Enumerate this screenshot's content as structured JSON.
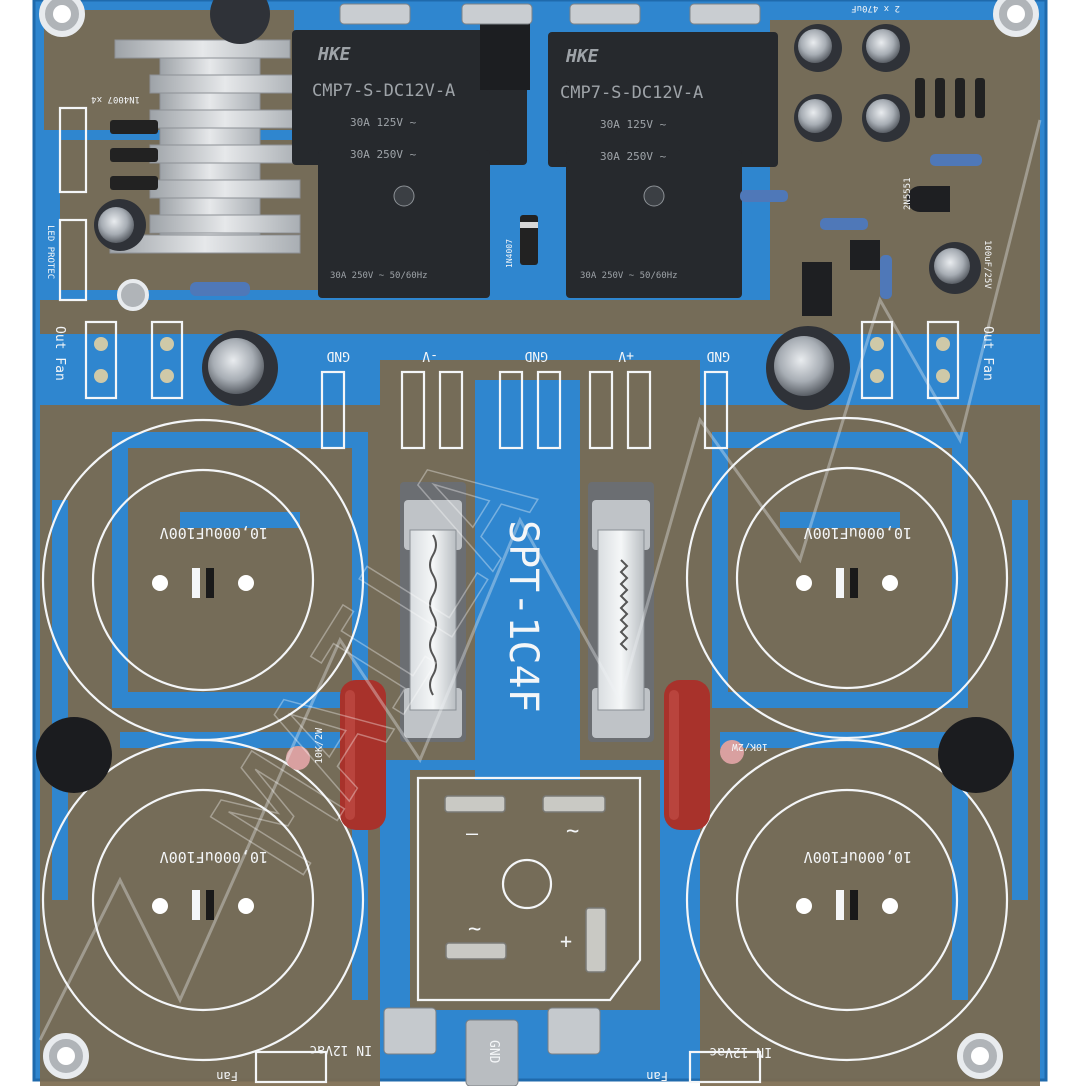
{
  "board": {
    "model": "SPT-1C4F",
    "colors": {
      "board": "#2f86cf",
      "board_dark": "#1f6aac",
      "copper": "#7c6a4e",
      "silkscreen": "#f4f6f8",
      "relay": "#26292d",
      "heatsink": "#c8ccd0",
      "capacitor": "#3d4048",
      "resistor_red": "#a8322b"
    }
  },
  "relays": [
    {
      "brand": "HKE",
      "model": "CMP7-S-DC12V-A",
      "rating1": "30A 125V ~",
      "rating2": "30A 250V ~",
      "foot": "30A 250V ~ 50/60Hz"
    },
    {
      "brand": "HKE",
      "model": "CMP7-S-DC12V-A",
      "rating1": "30A 125V ~",
      "rating2": "30A 250V ~",
      "foot": "30A 250V ~ 50/60Hz"
    }
  ],
  "silkscreen": {
    "out_fan_left": "Out Fan",
    "out_fan_right": "Out Fan",
    "gnd_labels": [
      "GND",
      "GND",
      "GND"
    ],
    "v_minus": "-V",
    "v_plus": "+V",
    "cap_label": "10,000uF100V",
    "res_left": "10K/2W",
    "res_right": "10K/2W",
    "in_12vac_left": "IN 12Vac",
    "in_12vac_right": "IN 12Vac",
    "fan_left": "Fan",
    "fan_right": "Fan",
    "gnd_bottom": "GND",
    "in_label": "IN 12Vac",
    "led_protec": "LED PROTEC",
    "in4007": "1N4007 x4",
    "cap_top": "2 x 470uF",
    "transistor": "2N5551",
    "cap_right": "100uF/25V",
    "diode_mid": "1N4007"
  },
  "watermark": "MAILA"
}
